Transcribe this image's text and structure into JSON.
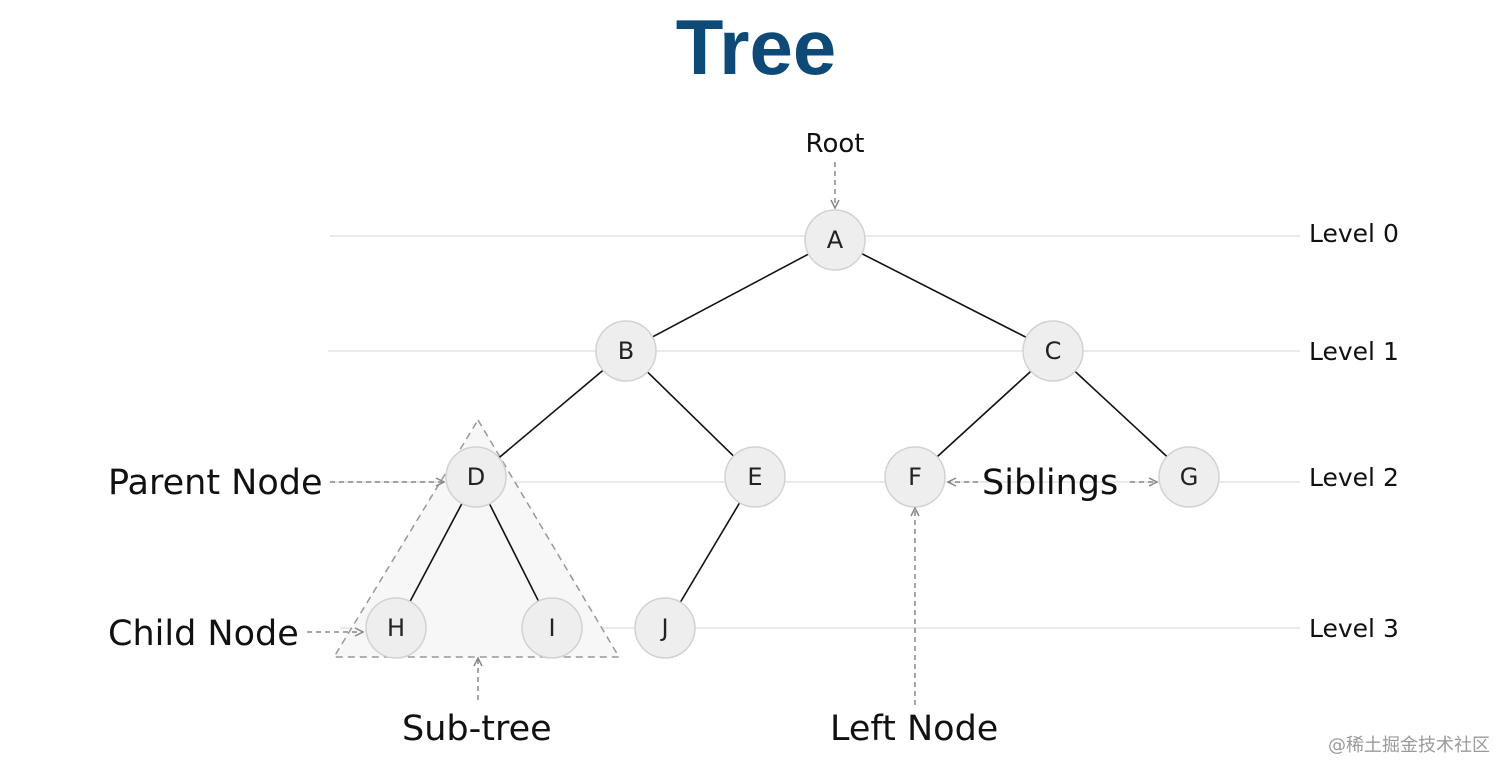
{
  "title": "Tree",
  "root_label": "Root",
  "levels": [
    "Level 0",
    "Level 1",
    "Level 2",
    "Level 3"
  ],
  "nodes": [
    "A",
    "B",
    "C",
    "D",
    "E",
    "F",
    "G",
    "H",
    "I",
    "J"
  ],
  "edges": [
    [
      "A",
      "B"
    ],
    [
      "A",
      "C"
    ],
    [
      "B",
      "D"
    ],
    [
      "B",
      "E"
    ],
    [
      "C",
      "F"
    ],
    [
      "C",
      "G"
    ],
    [
      "D",
      "H"
    ],
    [
      "D",
      "I"
    ],
    [
      "E",
      "J"
    ]
  ],
  "callouts": {
    "parent_node": "Parent Node",
    "child_node": "Child Node",
    "siblings": "Siblings",
    "sub_tree": "Sub-tree",
    "left_node": "Left Node"
  },
  "watermark": "@稀土掘金技术社区",
  "colors": {
    "title": "#0d4a78",
    "node_fill": "#eeeeee",
    "edge": "#111111",
    "arrow": "#888888"
  }
}
